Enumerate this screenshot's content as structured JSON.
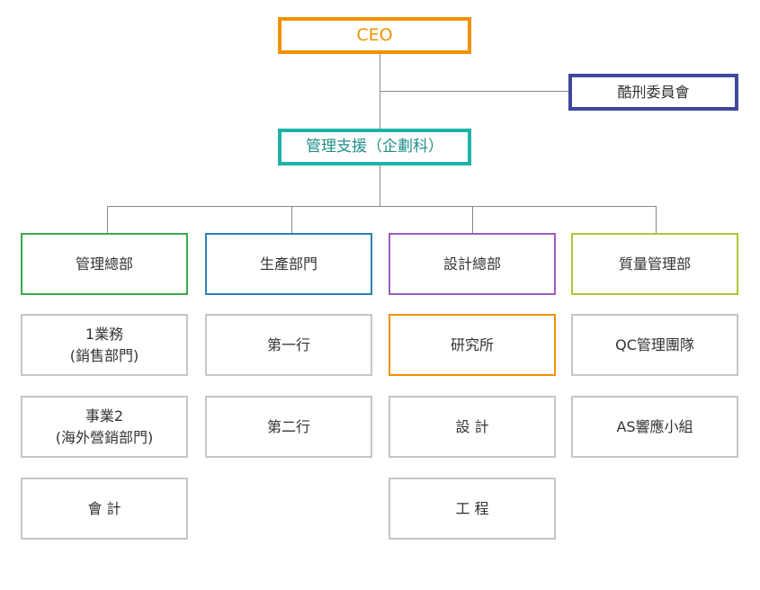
{
  "colors": {
    "ceo": "#f39200",
    "committee": "#3f479c",
    "support": "#1fb3a8",
    "admin": "#3aaa48",
    "production": "#2f7fb6",
    "design": "#9a5ec0",
    "quality": "#b4c432",
    "highlight": "#f39200",
    "unit": "#c6c6c6",
    "connector": "#8a8a8a"
  },
  "org": {
    "ceo": "CEO",
    "committee": "酷刑委員會",
    "support": "管理支援（企劃科）",
    "departments": {
      "admin": {
        "name": "管理總部",
        "units": [
          "1業務\n(銷售部門)",
          "事業2\n(海外營銷部門)",
          "會 計"
        ]
      },
      "production": {
        "name": "生產部門",
        "units": [
          "第一行",
          "第二行"
        ]
      },
      "design": {
        "name": "設計總部",
        "units": [
          "研究所",
          "設 計",
          "工 程"
        ]
      },
      "quality": {
        "name": "質量管理部",
        "units": [
          "QC管理團隊",
          "AS響應小組"
        ]
      }
    }
  }
}
